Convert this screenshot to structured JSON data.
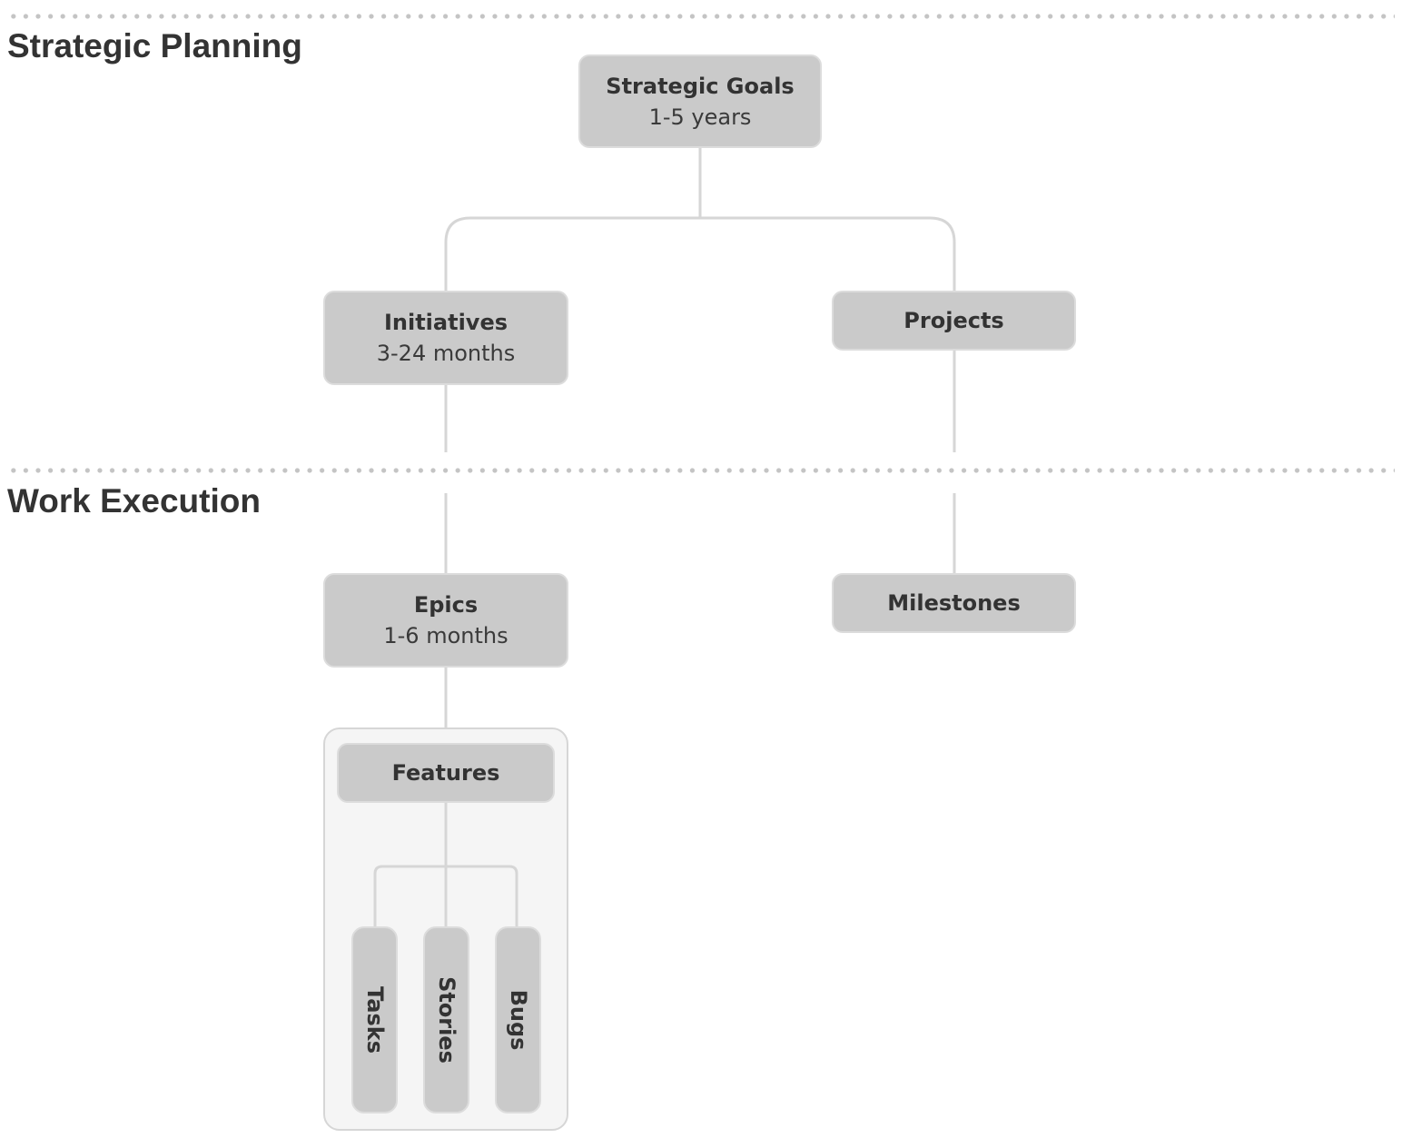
{
  "sections": {
    "strategic": {
      "title": "Strategic Planning"
    },
    "execution": {
      "title": "Work Execution"
    }
  },
  "nodes": {
    "strategic_goals": {
      "title": "Strategic Goals",
      "subtitle": "1-5 years"
    },
    "initiatives": {
      "title": "Initiatives",
      "subtitle": "3-24 months"
    },
    "projects": {
      "title": "Projects"
    },
    "epics": {
      "title": "Epics",
      "subtitle": "1-6 months"
    },
    "milestones": {
      "title": "Milestones"
    },
    "features": {
      "title": "Features"
    },
    "tasks": {
      "title": "Tasks"
    },
    "stories": {
      "title": "Stories"
    },
    "bugs": {
      "title": "Bugs"
    }
  },
  "colors": {
    "node_fill": "#cacaca",
    "connector": "#d6d6d6",
    "group_fill": "#f5f5f5",
    "text": "#333333"
  }
}
